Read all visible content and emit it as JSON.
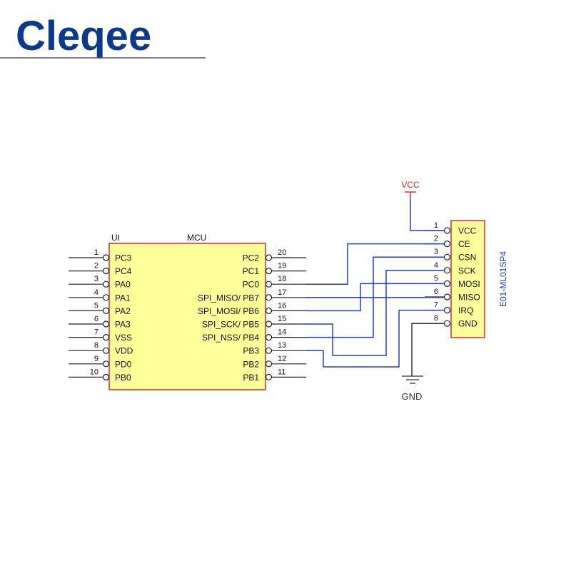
{
  "brand": {
    "name": "Cleqee",
    "color": "#0b3a8c"
  },
  "colors": {
    "wire": "#1f3ec9",
    "chip_fill": "#ffff99",
    "chip_border": "#d32f2f",
    "vcc_text": "#d32f2f",
    "module_label": "#1f3ec9"
  },
  "mcu": {
    "ref": "UI",
    "name": "MCU",
    "left_pins": [
      {
        "num": "1",
        "label": "PC3"
      },
      {
        "num": "2",
        "label": "PC4"
      },
      {
        "num": "3",
        "label": "PA0"
      },
      {
        "num": "4",
        "label": "PA1"
      },
      {
        "num": "5",
        "label": "PA2"
      },
      {
        "num": "6",
        "label": "PA3"
      },
      {
        "num": "7",
        "label": "VSS"
      },
      {
        "num": "8",
        "label": "VDD"
      },
      {
        "num": "9",
        "label": "PD0"
      },
      {
        "num": "10",
        "label": "PB0"
      }
    ],
    "right_pins": [
      {
        "num": "20",
        "label": "PC2"
      },
      {
        "num": "19",
        "label": "PC1"
      },
      {
        "num": "18",
        "label": "PC0"
      },
      {
        "num": "17",
        "label": "SPI_MISO/ PB7"
      },
      {
        "num": "16",
        "label": "SPI_MOSI/ PB6"
      },
      {
        "num": "15",
        "label": "SPI_SCK/ PB5"
      },
      {
        "num": "14",
        "label": "SPI_NSS/ PB4"
      },
      {
        "num": "13",
        "label": "PB3"
      },
      {
        "num": "12",
        "label": "PB2"
      },
      {
        "num": "11",
        "label": "PB1"
      }
    ]
  },
  "module": {
    "name": "E01-ML01SP4",
    "pins": [
      {
        "num": "1",
        "label": "VCC"
      },
      {
        "num": "2",
        "label": "CE"
      },
      {
        "num": "3",
        "label": "CSN"
      },
      {
        "num": "4",
        "label": "SCK"
      },
      {
        "num": "5",
        "label": "MOSI"
      },
      {
        "num": "6",
        "label": "MISO"
      },
      {
        "num": "7",
        "label": "IRQ"
      },
      {
        "num": "8",
        "label": "GND"
      }
    ]
  },
  "power": {
    "vcc": "VCC",
    "gnd": "GND"
  }
}
